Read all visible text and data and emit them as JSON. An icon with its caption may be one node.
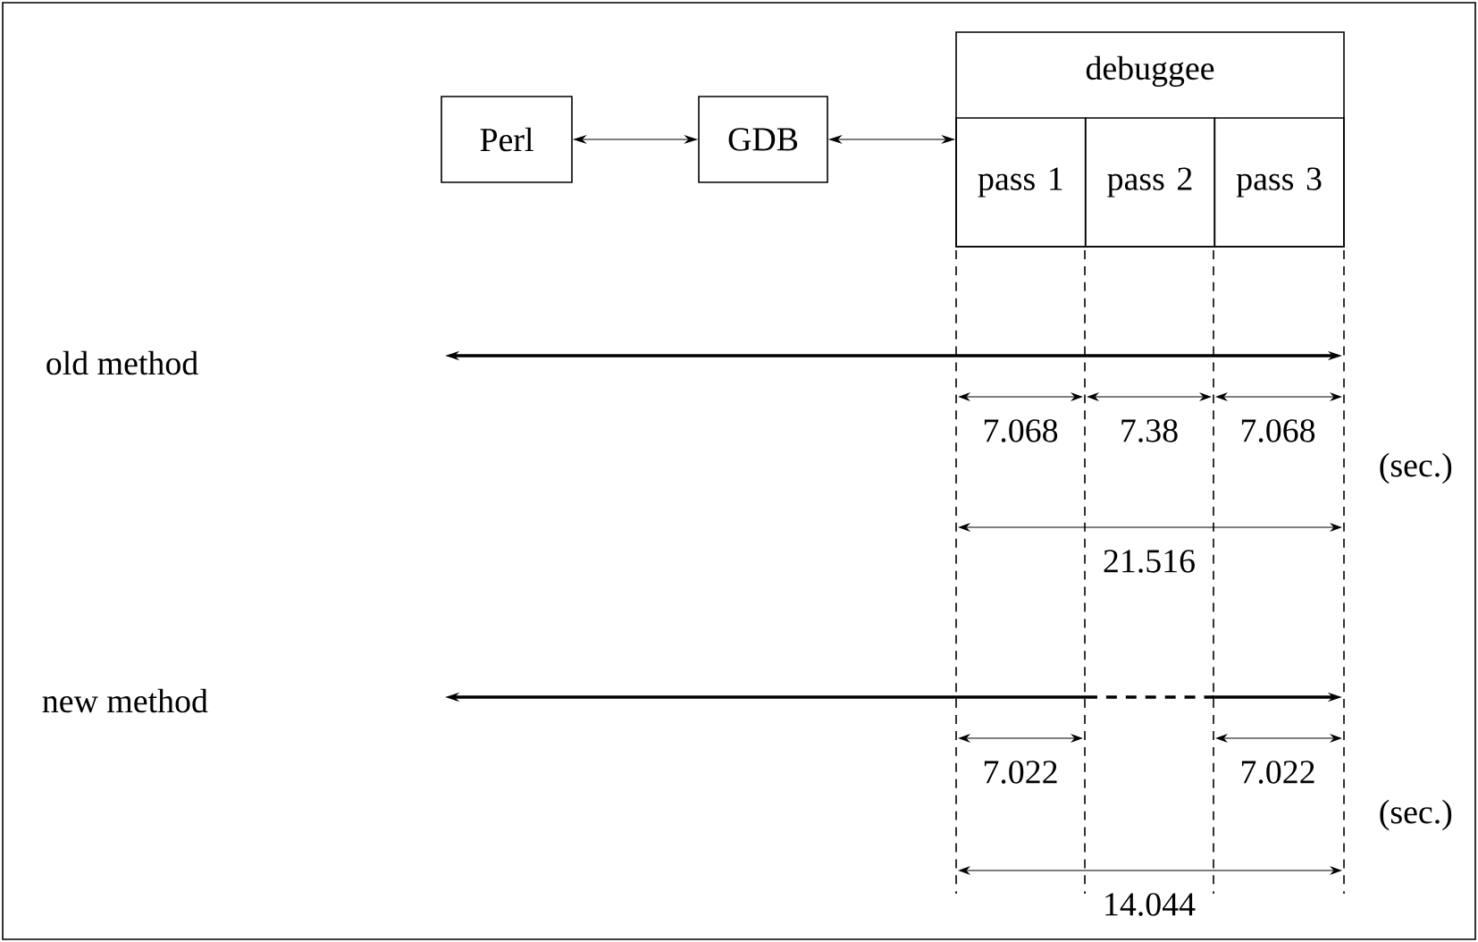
{
  "diagram": {
    "nodes": [
      {
        "text": [
          "Perl"
        ]
      },
      {
        "text": [
          "GDB"
        ]
      },
      {
        "text": [
          "debuggee"
        ]
      },
      {
        "text": [
          "pass 1"
        ],
        "in": 2
      },
      {
        "text": [
          "pass 2"
        ],
        "in": 2
      },
      {
        "text": [
          "pass 3"
        ],
        "in": 2
      }
    ],
    "edges": [
      {
        "from": 0,
        "to": 1,
        "arrow": "both"
      },
      {
        "from": 1,
        "to": 2,
        "arrow": "both"
      }
    ],
    "labels": [
      "old method",
      "7.068",
      "7.38",
      "7.068",
      "(sec.)",
      "21.516",
      "new method",
      "7.022",
      "7.022",
      "(sec.)",
      "14.044"
    ]
  }
}
